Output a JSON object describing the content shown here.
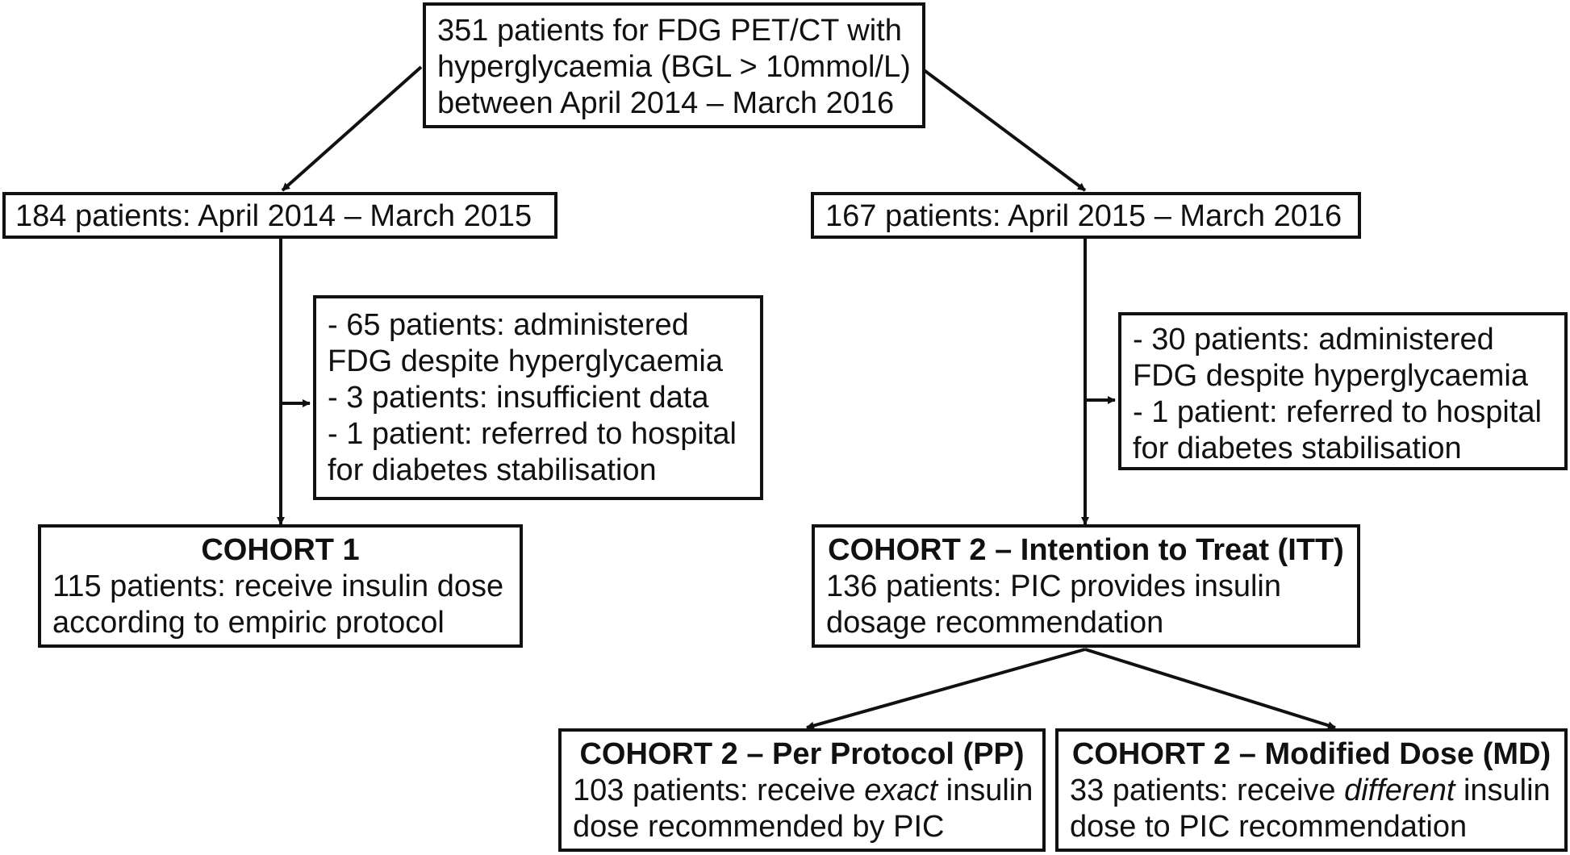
{
  "top": {
    "lines": [
      "351 patients for FDG PET/CT with",
      "hyperglycaemia (BGL > 10mmol/L)",
      "between April 2014 – March 2016"
    ]
  },
  "left_period": {
    "text": "184 patients: April 2014 – March 2015"
  },
  "right_period": {
    "text": "167 patients: April 2015 – March 2016"
  },
  "left_excluded": {
    "lines": [
      "- 65 patients: administered",
      "FDG despite hyperglycaemia",
      "- 3 patients: insufficient data",
      "- 1 patient: referred to hospital",
      "for diabetes stabilisation"
    ]
  },
  "right_excluded": {
    "lines": [
      "- 30 patients: administered",
      "FDG despite hyperglycaemia",
      "- 1 patient: referred to hospital",
      "for diabetes stabilisation"
    ]
  },
  "cohort1": {
    "title": "COHORT 1",
    "lines": [
      "115 patients: receive insulin dose",
      "according to empiric protocol"
    ]
  },
  "cohort2_itt": {
    "title": "COHORT 2 – Intention to Treat (ITT)",
    "lines": [
      "136 patients: PIC provides insulin",
      "dosage recommendation"
    ]
  },
  "cohort2_pp": {
    "title": "COHORT 2 – Per Protocol (PP)",
    "line1_pre": "103 patients: receive ",
    "line1_em": "exact",
    "line1_post": " insulin",
    "line2": "dose recommended by PIC"
  },
  "cohort2_md": {
    "title": "COHORT 2 – Modified Dose (MD)",
    "line1_pre": "33 patients: receive ",
    "line1_em": "different",
    "line1_post": " insulin",
    "line2": "dose to PIC recommendation"
  }
}
